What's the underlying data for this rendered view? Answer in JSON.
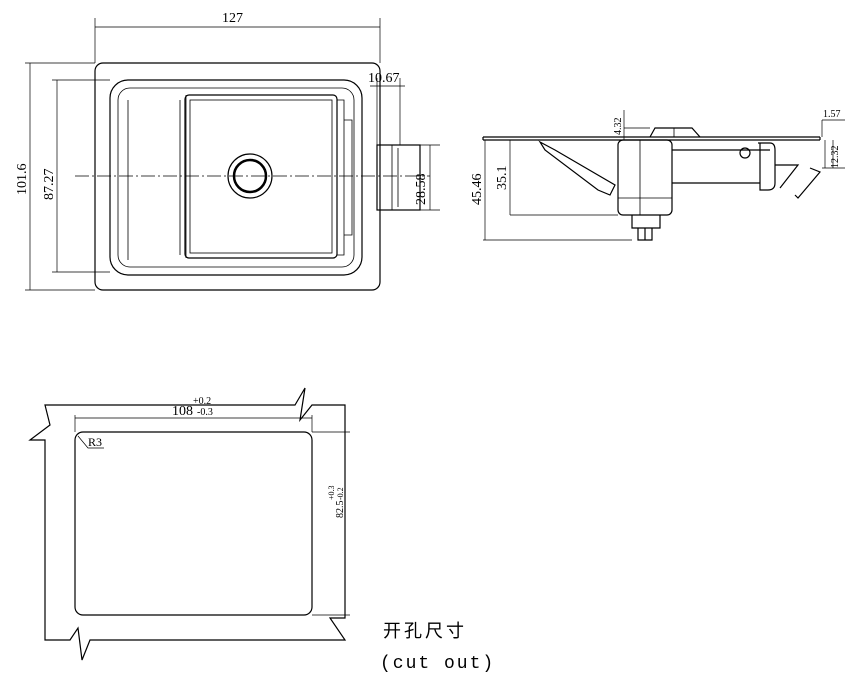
{
  "front_view": {
    "width": "127",
    "tab_offset": "10.67",
    "height": "101.6",
    "inner_height": "87.27",
    "tab_height": "28.58"
  },
  "side_view": {
    "total_depth": "45.46",
    "body_depth": "35.1",
    "knob_height": "4.32",
    "plate_thickness": "1.57",
    "latch_height": "12.32"
  },
  "cutout": {
    "width": "108",
    "width_tol_plus": "+0.2",
    "width_tol_minus": "-0.3",
    "height": "82.5",
    "height_tol_plus": "+0.3",
    "height_tol_minus": "-0.2",
    "radius": "R3",
    "label_cn": "开孔尺寸",
    "label_en": "(cut out)"
  }
}
